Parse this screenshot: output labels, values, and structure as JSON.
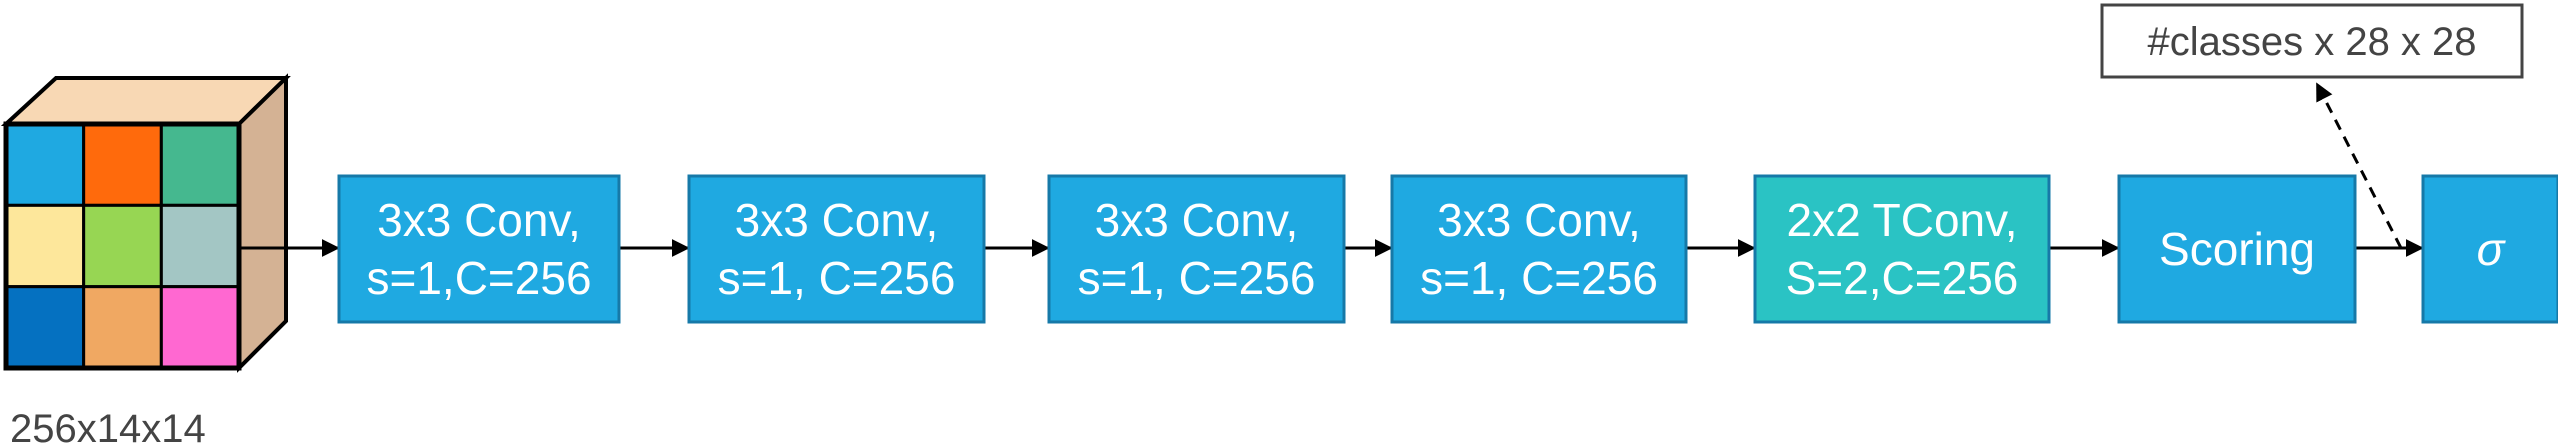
{
  "input": {
    "tensor_label": "256x14x14",
    "cube_colors": {
      "top": "#f8d8b4",
      "side": "#d4b294",
      "grid": [
        [
          "#1fa9e1",
          "#ff6a0c",
          "#45b88f"
        ],
        [
          "#fde79b",
          "#97d653",
          "#a3c6c4"
        ],
        [
          "#0571c1",
          "#f0a862",
          "#ff68d1"
        ]
      ]
    }
  },
  "pipeline": [
    {
      "lines": [
        "3x3 Conv,",
        "s=1,C=256"
      ],
      "color": "#1fa9e1"
    },
    {
      "lines": [
        "3x3 Conv,",
        "s=1, C=256"
      ],
      "color": "#1fa9e1"
    },
    {
      "lines": [
        "3x3 Conv,",
        "s=1, C=256"
      ],
      "color": "#1fa9e1"
    },
    {
      "lines": [
        "3x3 Conv,",
        "s=1, C=256"
      ],
      "color": "#1fa9e1"
    },
    {
      "lines": [
        "2x2 TConv,",
        "S=2,C=256"
      ],
      "color": "#2ac3c4"
    },
    {
      "lines": [
        "Scoring"
      ],
      "color": "#1fa9e1"
    },
    {
      "lines": [
        "σ"
      ],
      "color": "#1fa9e1"
    }
  ],
  "output": {
    "label": "#classes x 28 x 28"
  },
  "colors": {
    "box_border": "#1679a8",
    "arrow": "#000000"
  }
}
